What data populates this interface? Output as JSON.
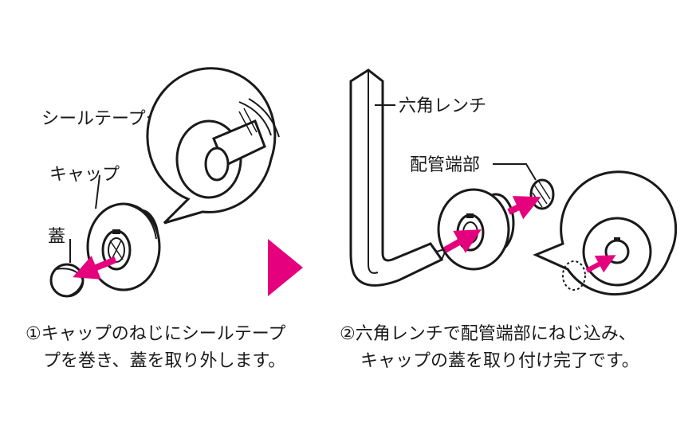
{
  "colors": {
    "accent": "#e5007e",
    "line": "#1a1a1a",
    "fill": "#ffffff"
  },
  "step1": {
    "labels": {
      "tape": "シールテープ",
      "cap": "キャップ",
      "lid": "蓋"
    },
    "caption_line1": "①キャップのねじにシールテープ",
    "caption_line2": "プを巻き、蓋を取り外します。"
  },
  "step2": {
    "labels": {
      "wrench": "六角レンチ",
      "pipe_end": "配管端部"
    },
    "caption_line1": "②六角レンチで配管端部にねじ込み、",
    "caption_line2": "キャップの蓋を取り付け完了です。"
  },
  "icons": {
    "next": "triangle-right-icon",
    "motion": "arrow-icon"
  }
}
